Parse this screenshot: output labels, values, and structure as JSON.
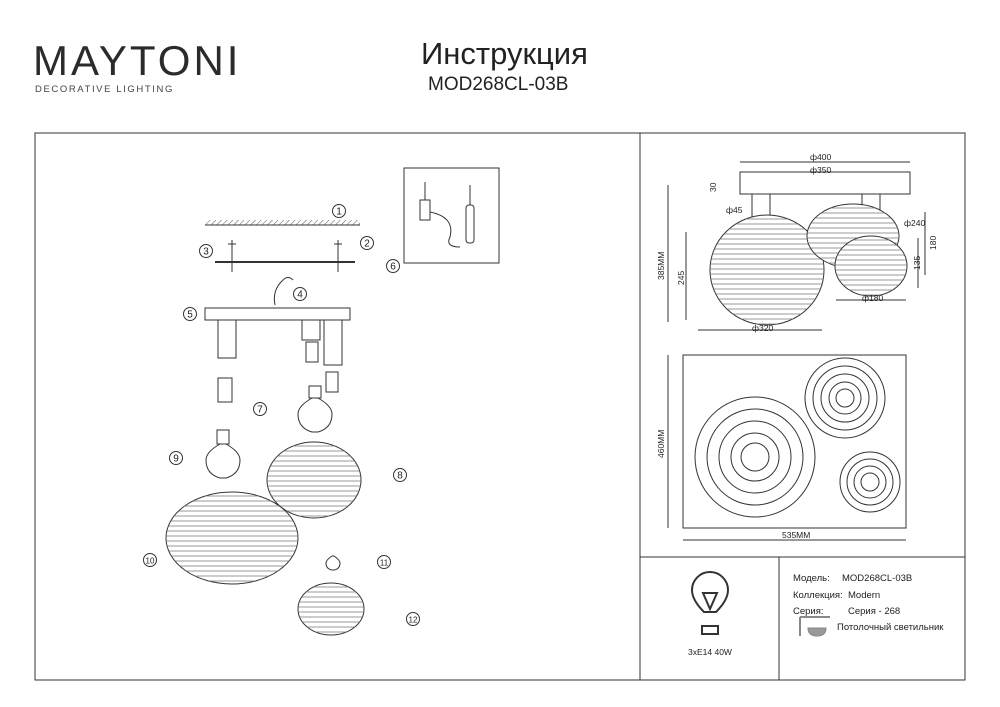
{
  "header": {
    "brand": "MAYTONI",
    "brand_tagline": "DECORATIVE LIGHTING",
    "title": "Инструкция",
    "model_code": "MOD268CL-03B"
  },
  "assembly": {
    "steps": [
      "1",
      "2",
      "3",
      "4",
      "5",
      "6",
      "7",
      "8",
      "9",
      "10",
      "11",
      "12"
    ]
  },
  "dimensions": {
    "d400": "ф400",
    "d350": "ф350",
    "h30": "30",
    "d45": "ф45",
    "h385": "385MM",
    "h245": "245",
    "d320": "ф320",
    "d240": "ф240",
    "h180": "180",
    "h135": "135",
    "d180": "ф180",
    "top_h": "460MM",
    "top_w": "535MM"
  },
  "bulb": {
    "spec": "3xE14 40W"
  },
  "specs": {
    "model_label": "Модель:",
    "model_value": "MOD268CL-03B",
    "collection_label": "Коллекция:",
    "collection_value": "Modern",
    "series_label": "Серия:",
    "series_value": "Серия - 268",
    "type_value": "Потолочный светильник"
  }
}
